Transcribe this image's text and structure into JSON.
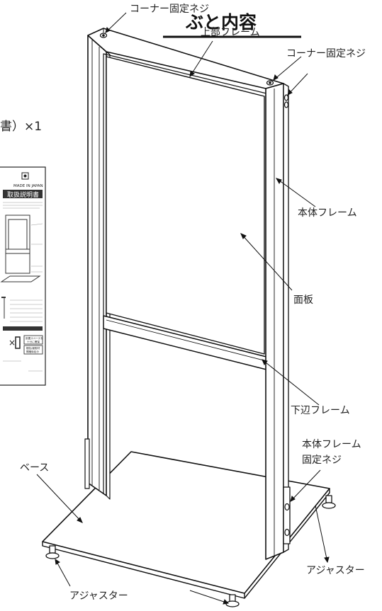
{
  "heading": {
    "text": "ぶと内容"
  },
  "accessory_line": "書）×1",
  "manual": {
    "origin": "MADE IN JAPAN",
    "title": "取扱説明書",
    "box_a": "設置スペースを\n十分に確保",
    "box_b": "梱包/緩衝材\n開梱後処分"
  },
  "labels": {
    "corner_screw_top": "コーナー固定ネジ",
    "upper_frame": "上部フレーム",
    "corner_screw_right": "コーナー固定ネジ",
    "body_frame": "本体フレーム",
    "face_panel": "面板",
    "lower_frame": "下辺フレーム",
    "body_frame_screw_1": "本体フレーム",
    "body_frame_screw_2": "固定ネジ",
    "base": "ベース",
    "adjuster_right": "アジャスター",
    "adjuster_bottom": "アジャスター"
  }
}
